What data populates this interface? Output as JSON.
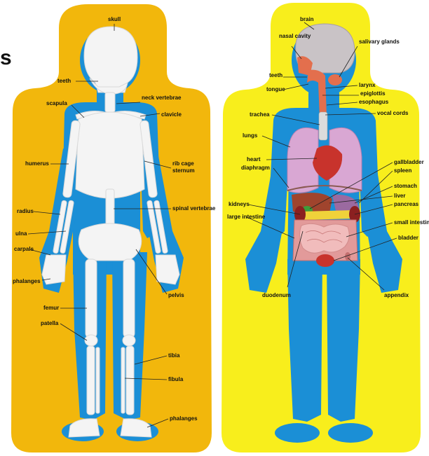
{
  "corner_text": "s",
  "colors": {
    "skeleton_background": "#f2b70c",
    "organs_background": "#f8ee1c",
    "body": "#1b8fd6",
    "bone": "#f4f4f4",
    "lungs": "#d9a7d3",
    "brain": "#c9c3c6",
    "heart": "#c8332c",
    "liver": "#a0442d",
    "stomach": "#9b6aa0",
    "pancreas": "#f0d23a",
    "intestines": "#e7a2a2",
    "airway": "#e36f4d",
    "label_text": "#111111"
  },
  "skeleton": {
    "labels": [
      {
        "key": "skull",
        "text": "skull"
      },
      {
        "key": "teeth",
        "text": "teeth"
      },
      {
        "key": "scapula",
        "text": "scapula"
      },
      {
        "key": "neck_vertebrae",
        "text": "neck vertebrae"
      },
      {
        "key": "clavicle",
        "text": "clavicle"
      },
      {
        "key": "humerus",
        "text": "humerus"
      },
      {
        "key": "rib_cage",
        "text": "rib cage"
      },
      {
        "key": "sternum",
        "text": "sternum"
      },
      {
        "key": "radius",
        "text": "radius"
      },
      {
        "key": "spinal_vertebrae",
        "text": "spinal vertebrae"
      },
      {
        "key": "ulna",
        "text": "ulna"
      },
      {
        "key": "carpals",
        "text": "carpals"
      },
      {
        "key": "phalanges_hand",
        "text": "phalanges"
      },
      {
        "key": "femur",
        "text": "femur"
      },
      {
        "key": "patella",
        "text": "patella"
      },
      {
        "key": "pelvis",
        "text": "pelvis"
      },
      {
        "key": "tibia",
        "text": "tibia"
      },
      {
        "key": "fibula",
        "text": "fibula"
      },
      {
        "key": "phalanges_foot",
        "text": "phalanges"
      }
    ]
  },
  "organs": {
    "labels": [
      {
        "key": "brain",
        "text": "brain"
      },
      {
        "key": "nasal_cavity",
        "text": "nasal cavity"
      },
      {
        "key": "salivary_glands",
        "text": "salivary glands"
      },
      {
        "key": "teeth",
        "text": "teeth"
      },
      {
        "key": "tongue",
        "text": "tongue"
      },
      {
        "key": "larynx",
        "text": "larynx"
      },
      {
        "key": "epiglottis",
        "text": "epiglottis"
      },
      {
        "key": "esophagus",
        "text": "esophagus"
      },
      {
        "key": "vocal_cords",
        "text": "vocal cords"
      },
      {
        "key": "trachea",
        "text": "trachea"
      },
      {
        "key": "lungs",
        "text": "lungs"
      },
      {
        "key": "heart",
        "text": "heart"
      },
      {
        "key": "diaphragm",
        "text": "diaphragm"
      },
      {
        "key": "gallbladder",
        "text": "gallbladder"
      },
      {
        "key": "spleen",
        "text": "spleen"
      },
      {
        "key": "stomach",
        "text": "stomach"
      },
      {
        "key": "liver",
        "text": "liver"
      },
      {
        "key": "pancreas",
        "text": "pancreas"
      },
      {
        "key": "kidneys",
        "text": "kidneys"
      },
      {
        "key": "large_intestine",
        "text": "large intestine"
      },
      {
        "key": "small_intestine",
        "text": "small intestine"
      },
      {
        "key": "bladder",
        "text": "bladder"
      },
      {
        "key": "duodenum",
        "text": "duodenum"
      },
      {
        "key": "appendix",
        "text": "appendix"
      }
    ]
  }
}
